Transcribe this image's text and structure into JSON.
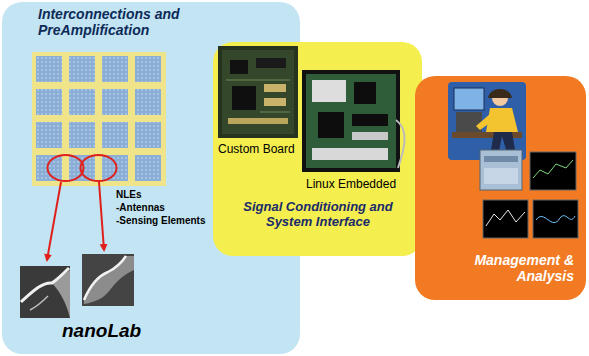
{
  "diagram": {
    "nodes": [
      {
        "text": [
          "Interconnections and PreAmplification",
          "nanoLab"
        ]
      },
      {
        "text": [
          "Signal Conditioning and System Interface"
        ]
      },
      {
        "text": [
          "Management & Analysis"
        ]
      }
    ],
    "labels": [
      "NLEs",
      "-Antennas",
      "-Sensing Elements",
      "Custom Board",
      "Linux Embedded"
    ]
  }
}
